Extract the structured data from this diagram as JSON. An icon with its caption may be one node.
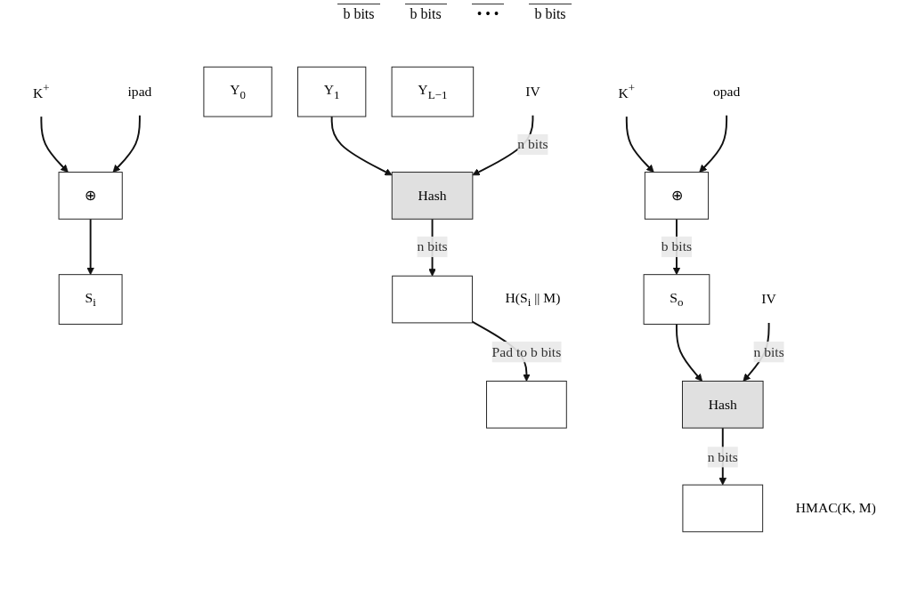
{
  "diagram": {
    "nodes": [
      {
        "text": [
          "K$^{+}$"
        ]
      },
      {
        "text": [
          "ipad"
        ]
      },
      {
        "text": [
          "⊕"
        ]
      },
      {
        "text": [
          "S$_{i}$"
        ]
      },
      {
        "text": [
          "Y$_{0}$"
        ]
      },
      {
        "text": [
          "Y$_{1}$"
        ]
      },
      {
        "text": [
          "Y$_{L−1}$"
        ]
      },
      {
        "text": [
          "IV"
        ]
      },
      {
        "text": [
          "Hash"
        ]
      },
      {
        "text": [],
        "shape": "box",
        "beside": [
          "H(S$_{i}$ || M)"
        ]
      },
      {
        "text": [
          "K$^{+}$"
        ]
      },
      {
        "text": [
          "opad"
        ]
      },
      {
        "text": [
          "⊕"
        ]
      },
      {
        "text": [
          "S$_{o}$"
        ]
      },
      {
        "text": [],
        "shape": "box"
      },
      {
        "text": [
          "IV"
        ]
      },
      {
        "text": [
          "Hash"
        ]
      },
      {
        "text": [],
        "shape": "box",
        "beside": [
          "HMAC(K, M)"
        ]
      }
    ],
    "edges": [
      {
        "from": 0,
        "to": 2,
        "arrow": "to"
      },
      {
        "from": 1,
        "to": 2,
        "arrow": "to"
      },
      {
        "from": 2,
        "to": 3,
        "arrow": "to"
      },
      {
        "from": 5,
        "to": 8,
        "arrow": "to"
      },
      {
        "from": 7,
        "to": 8,
        "arrow": "to",
        "label": "n bits"
      },
      {
        "from": 8,
        "to": 9,
        "arrow": "to",
        "label": "n bits"
      },
      {
        "from": 10,
        "to": 12,
        "arrow": "to"
      },
      {
        "from": 11,
        "to": 12,
        "arrow": "to"
      },
      {
        "from": 12,
        "to": 13,
        "arrow": "to",
        "label": "b bits"
      },
      {
        "from": 9,
        "to": 14,
        "arrow": "to",
        "label": "Pad to b bits"
      },
      {
        "from": 13,
        "to": 16,
        "arrow": "to"
      },
      {
        "from": 15,
        "to": 16,
        "arrow": "to",
        "label": "n bits"
      },
      {
        "from": 16,
        "to": 17,
        "arrow": "to",
        "label": "n bits"
      }
    ],
    "labels": [
      "b bits",
      "b bits",
      "• • •",
      "b bits"
    ]
  }
}
